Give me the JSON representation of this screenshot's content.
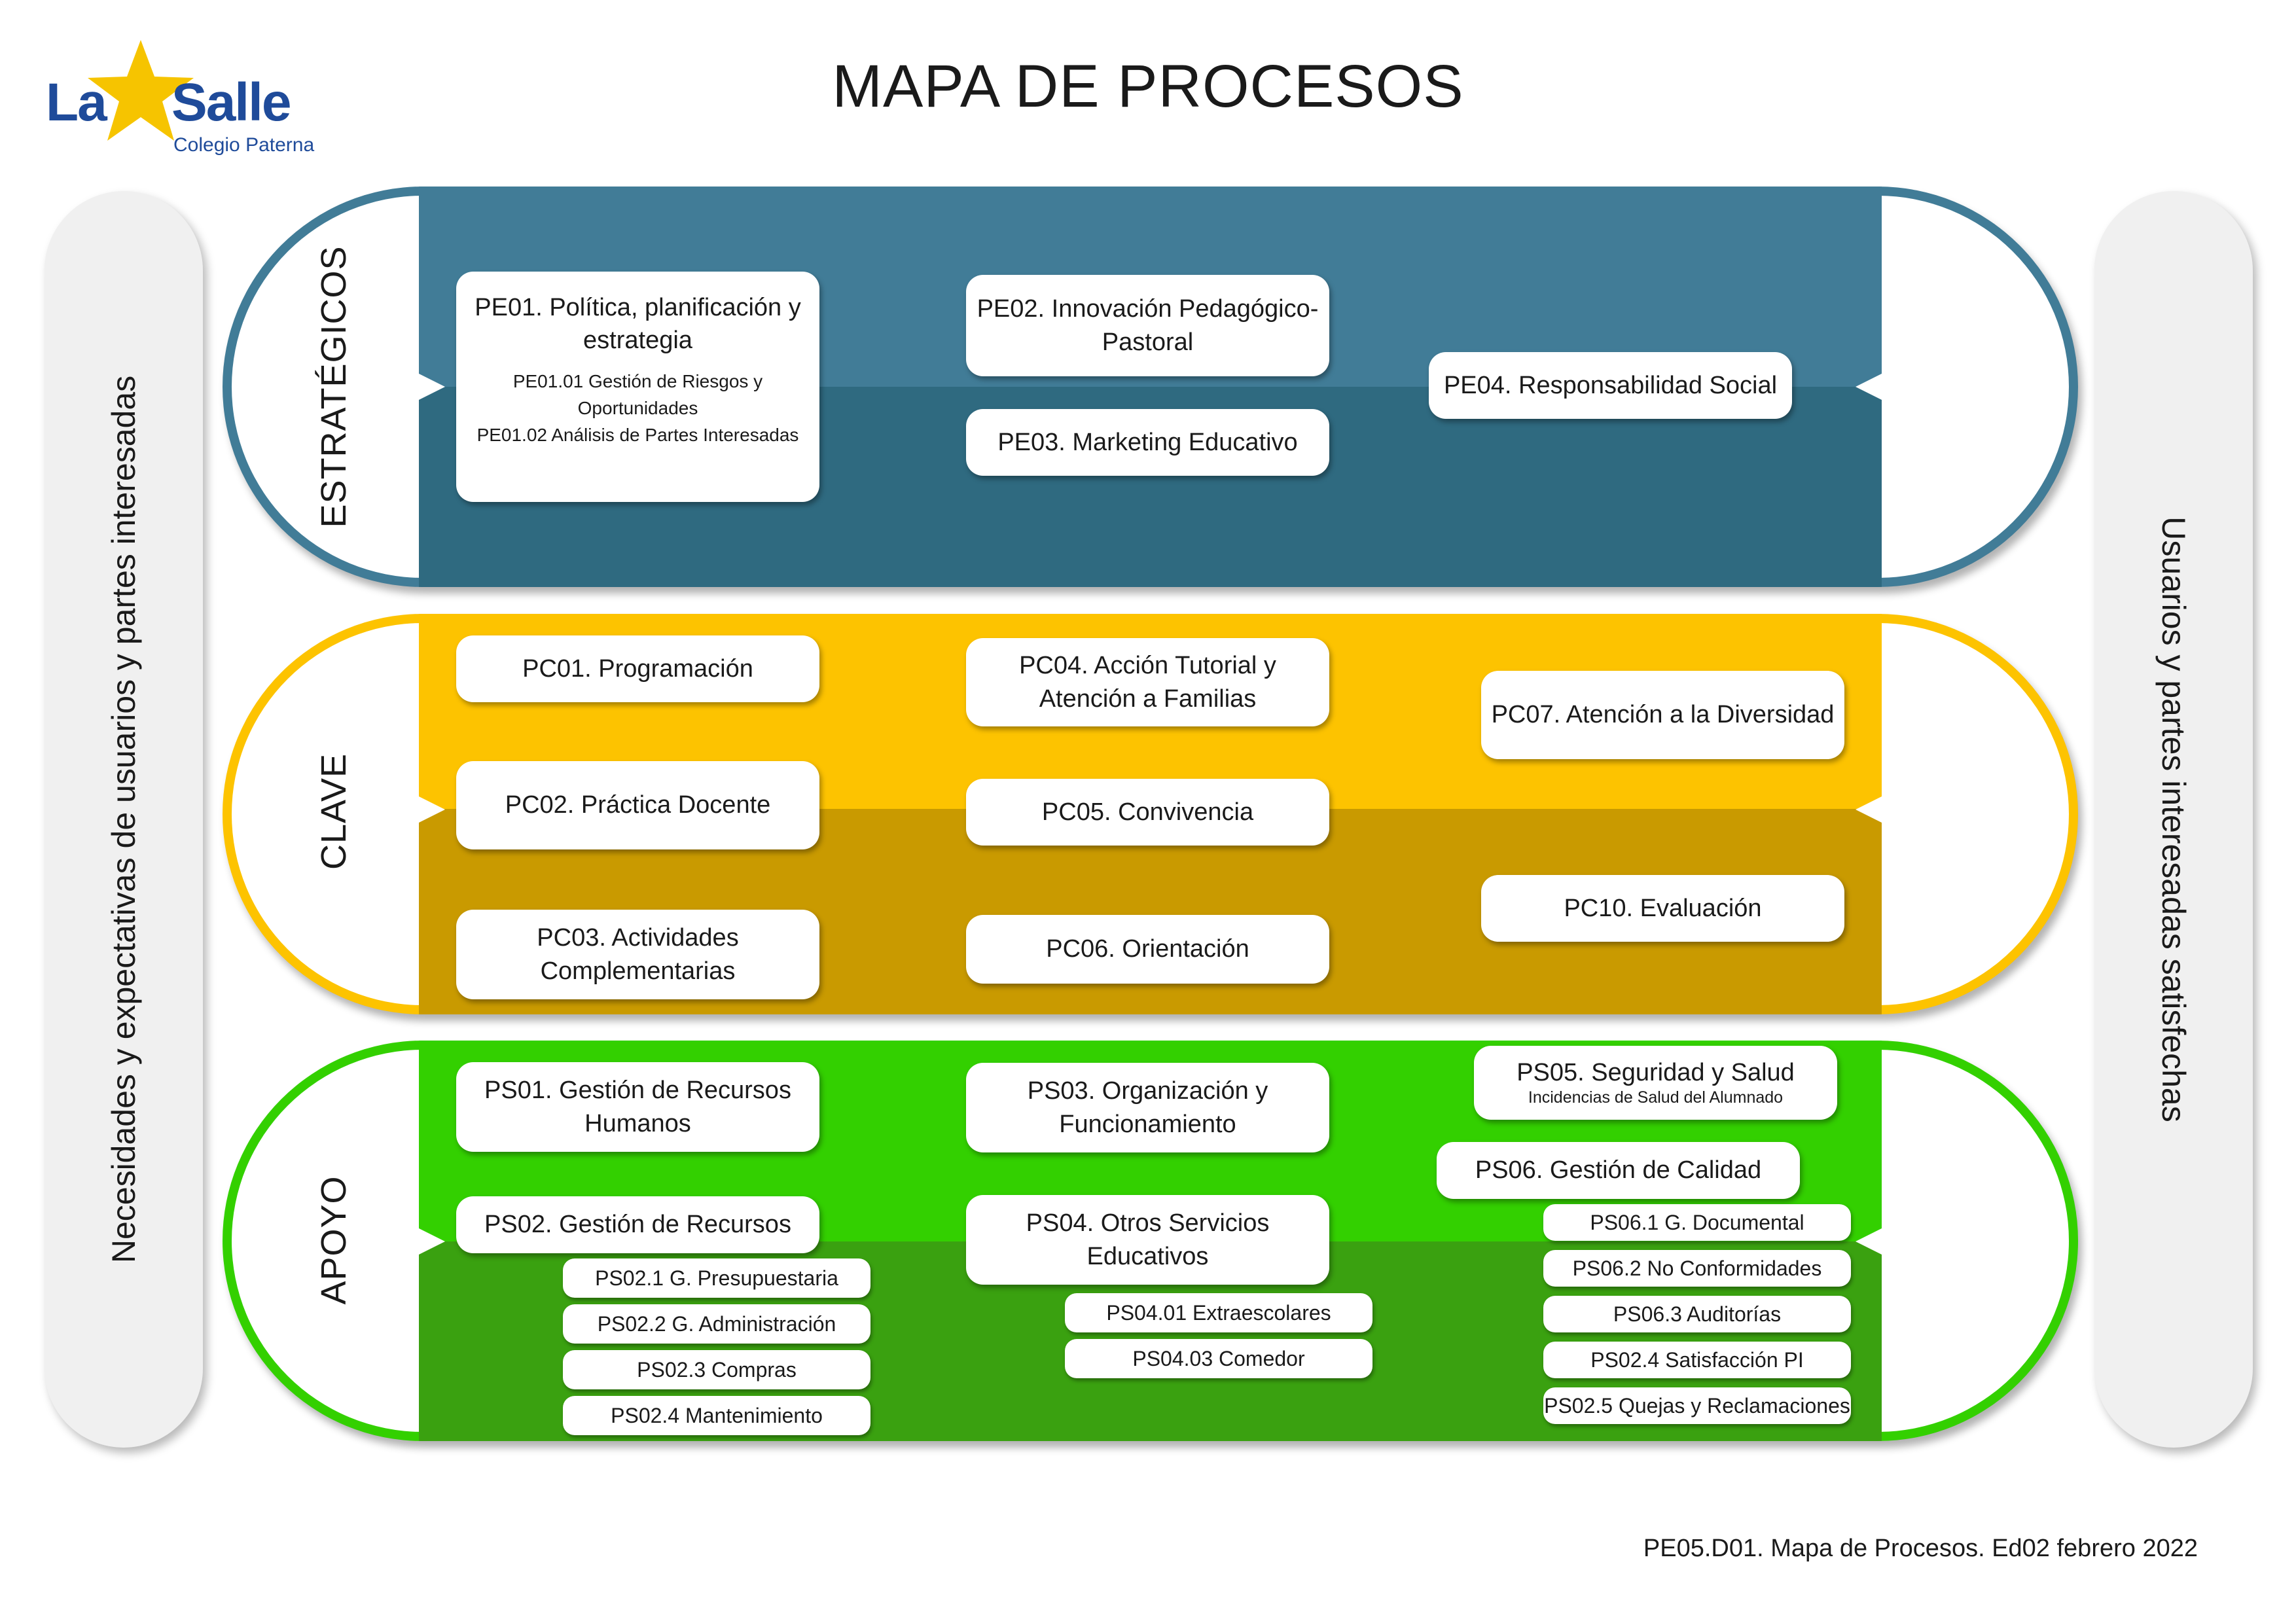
{
  "header": {
    "logo_word_1": "La",
    "logo_word_2": "Salle",
    "logo_subtitle": "Colegio Paterna",
    "title": "MAPA DE PROCESOS"
  },
  "side": {
    "left": "Necesidades y expectativas de usuarios y partes interesadas",
    "right": "Usuarios y partes interesadas satisfechas"
  },
  "colors": {
    "strategic_top": "#417c97",
    "strategic_bottom": "#2f6a80",
    "key_top": "#fdc300",
    "key_bottom": "#c99a00",
    "support_top": "#33d000",
    "support_bottom": "#3aa110",
    "logo_blue": "#1f4b9a",
    "logo_star": "#f6c400"
  },
  "strategic": {
    "label": "ESTRATÉGICOS",
    "pe01": {
      "title": "PE01. Política, planificación y estrategia",
      "sub1": "PE01.01 Gestión de Riesgos y Oportunidades",
      "sub2": "PE01.02 Análisis de Partes Interesadas"
    },
    "pe02": "PE02. Innovación Pedagógico-Pastoral",
    "pe03": "PE03. Marketing Educativo",
    "pe04": "PE04. Responsabilidad Social"
  },
  "key": {
    "label": "CLAVE",
    "pc01": "PC01. Programación",
    "pc02": "PC02. Práctica Docente",
    "pc03": "PC03. Actividades Complementarias",
    "pc04": "PC04. Acción Tutorial y Atención a Familias",
    "pc05": "PC05. Convivencia",
    "pc06": "PC06. Orientación",
    "pc07": "PC07. Atención a la Diversidad",
    "pc10": "PC10. Evaluación"
  },
  "support": {
    "label": "APOYO",
    "ps01": "PS01. Gestión de Recursos Humanos",
    "ps02": "PS02. Gestión de Recursos",
    "ps02_items": [
      "PS02.1 G. Presupuestaria",
      "PS02.2 G. Administración",
      "PS02.3 Compras",
      "PS02.4 Mantenimiento"
    ],
    "ps03": "PS03. Organización y Funcionamiento",
    "ps04": "PS04. Otros Servicios Educativos",
    "ps04_items": [
      "PS04.01 Extraescolares",
      "PS04.03 Comedor"
    ],
    "ps05": {
      "title": "PS05. Seguridad y Salud",
      "sub": "Incidencias de Salud del Alumnado"
    },
    "ps06": "PS06. Gestión de Calidad",
    "ps06_items": [
      "PS06.1 G. Documental",
      "PS06.2 No Conformidades",
      "PS06.3 Auditorías",
      "PS02.4 Satisfacción PI",
      "PS02.5 Quejas y Reclamaciones"
    ]
  },
  "footer": "PE05.D01. Mapa de Procesos. Ed02 febrero 2022"
}
